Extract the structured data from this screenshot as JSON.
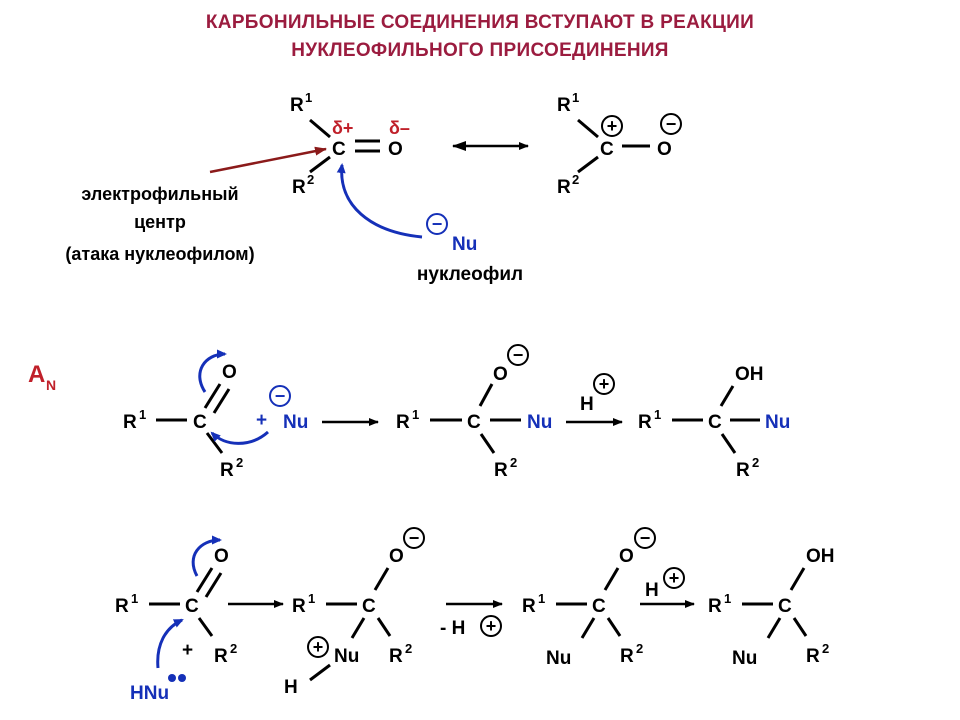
{
  "header": {
    "line1": "КАРБОНИЛЬНЫЕ СОЕДИНЕНИЯ ВСТУПАЮТ В РЕАКЦИИ",
    "line2": "НУКЛЕОФИЛЬНОГО ПРИСОЕДИНЕНИЯ"
  },
  "polarization": {
    "delta_plus": "δ+",
    "delta_minus": "δ–",
    "electrophile_label_1": "электрофильный",
    "electrophile_label_2": "центр",
    "electrophile_label_3": "(атака нуклеофилом)",
    "nucleophile_label": "нуклеофил"
  },
  "atoms": {
    "R": "R",
    "sup1": "1",
    "sup2": "2",
    "C": "C",
    "O": "O",
    "OH": "OH",
    "Nu": "Nu",
    "H": "H",
    "HNu": "HNu",
    "plus": "+",
    "minus": "−"
  },
  "mechanism": {
    "label_main": "A",
    "label_sub": "N",
    "proton_add": "H",
    "proton_remove": "- H"
  },
  "colors": {
    "title": "#9b1c3f",
    "delta": "#c0202a",
    "nucleophile": "#1530b8",
    "electrophile_arrow": "#8b1a1a",
    "black": "#000000"
  }
}
